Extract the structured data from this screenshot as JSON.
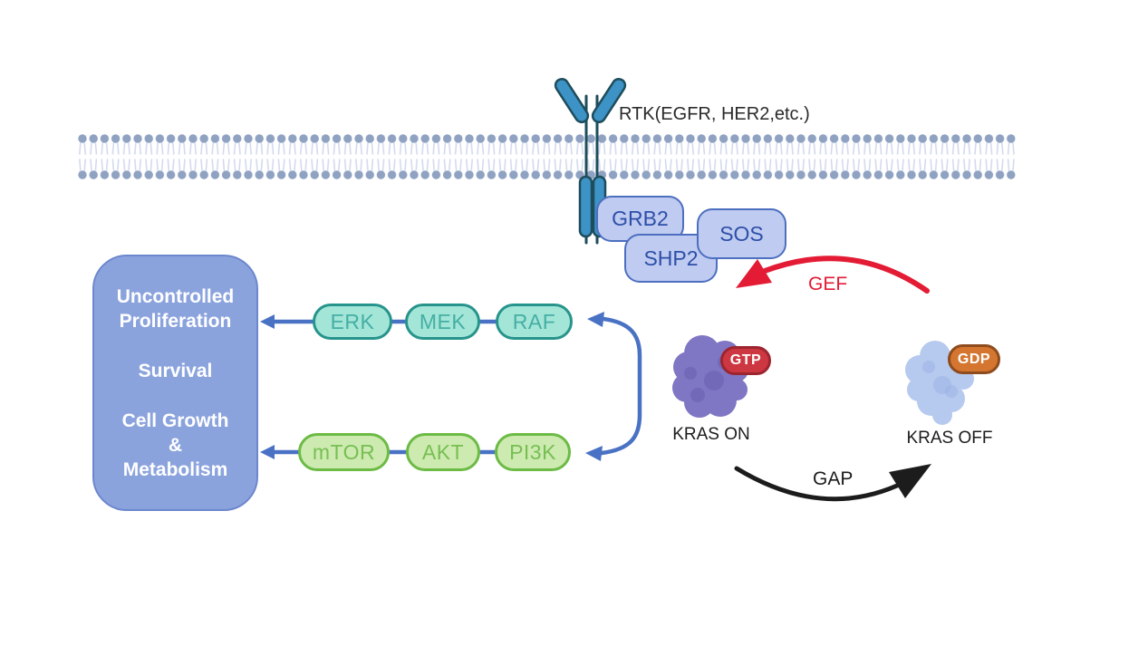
{
  "colors": {
    "canvas": "#ffffff",
    "accent-blue": "#4a72c4",
    "outcome-fill": "#8ba3dd",
    "outcome-border": "#6d87ce",
    "adapter-fill": "#bfcbf0",
    "adapter-border": "#4d6fc0",
    "adapter-text": "#2d4fa8",
    "teal-fill": "#a3e6d8",
    "teal-border": "#27948c",
    "teal-text": "#45aea4",
    "green-fill": "#cdeab0",
    "green-border": "#6cbb45",
    "green-text": "#77bf53",
    "red": "#e31b34",
    "gtp-fill": "#cd3741",
    "gtp-border": "#9c2530",
    "gdp-fill": "#d4762f",
    "gdp-border": "#8e4c1e",
    "kras-on-fill": "#7f76c4",
    "kras-on-dark": "#685eae",
    "kras-off-fill": "#b6c9ee",
    "kras-off-dark": "#9ab1e3",
    "membrane-dot": "#8fa2c2",
    "membrane-tail": "#d3daee",
    "receptor-fill": "#3d92c6",
    "receptor-stroke": "#1e4d5c",
    "ink": "#1c1c1c"
  },
  "receptor": {
    "label": "RTK(EGFR, HER2,etc.)"
  },
  "adapters": [
    {
      "label": "GRB2"
    },
    {
      "label": "SHP2"
    },
    {
      "label": "SOS"
    }
  ],
  "regulators": {
    "gef": {
      "label": "GEF"
    },
    "gap": {
      "label": "GAP"
    }
  },
  "kras": {
    "on": {
      "label": "KRAS ON",
      "nucleotide": "GTP"
    },
    "off": {
      "label": "KRAS OFF",
      "nucleotide": "GDP"
    }
  },
  "cascades": {
    "mapk": {
      "items": [
        {
          "label": "ERK"
        },
        {
          "label": "MEK"
        },
        {
          "label": "RAF"
        }
      ]
    },
    "pi3k": {
      "items": [
        {
          "label": "mTOR"
        },
        {
          "label": "AKT"
        },
        {
          "label": "PI3K"
        }
      ]
    }
  },
  "outcomes": {
    "proliferation": {
      "line1": "Uncontrolled",
      "line2": "Proliferation"
    },
    "survival": {
      "line1": "Survival"
    },
    "growth": {
      "line1": "Cell Growth",
      "line2": "&",
      "line3": "Metabolism"
    }
  }
}
